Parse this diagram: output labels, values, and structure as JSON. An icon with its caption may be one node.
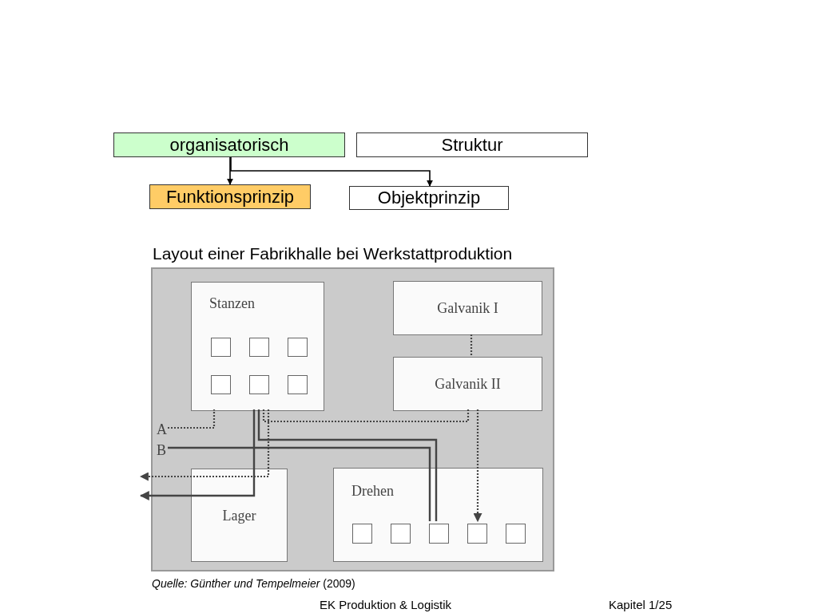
{
  "diagram": {
    "caption": "*Quelle: Günther und Tempelmeier* (2009)",
    "nodes": [
      {
        "text": [
          "organisatorisch"
        ]
      },
      {
        "text": [
          "Struktur"
        ]
      },
      {
        "text": [
          "Funktionsprinzip"
        ]
      },
      {
        "text": [
          "Objektprinzip"
        ]
      },
      {
        "text": [
          "Layout einer Fabrikhalle bei Werkstattproduktion"
        ]
      },
      {
        "text": [
          "Stanzen"
        ],
        "in": 4
      },
      {
        "text": [],
        "shape": "box",
        "in": 5
      },
      {
        "text": [],
        "shape": "box",
        "in": 5
      },
      {
        "text": [],
        "shape": "box",
        "in": 5
      },
      {
        "text": [],
        "shape": "box",
        "in": 5
      },
      {
        "text": [],
        "shape": "box",
        "in": 5
      },
      {
        "text": [],
        "shape": "box",
        "in": 5
      },
      {
        "text": [
          "Galvanik I"
        ],
        "in": 4
      },
      {
        "text": [
          "Galvanik II"
        ],
        "in": 4
      },
      {
        "text": [
          "Lager"
        ],
        "in": 4
      },
      {
        "text": [
          "Drehen"
        ],
        "in": 4
      },
      {
        "text": [],
        "shape": "box",
        "in": 15
      },
      {
        "text": [],
        "shape": "box",
        "in": 15
      },
      {
        "text": [],
        "shape": "box",
        "in": 15
      },
      {
        "text": [],
        "shape": "box",
        "in": 15
      },
      {
        "text": [],
        "shape": "box",
        "in": 15
      },
      {
        "text": [
          "A"
        ],
        "in": 4
      },
      {
        "text": [
          "B"
        ],
        "in": 4
      }
    ],
    "edges": [
      {
        "from": 0,
        "to": 2,
        "arrow": "to"
      },
      {
        "from": 0,
        "to": 3,
        "arrow": "to"
      },
      {
        "from": 21,
        "to": 5,
        "arrow": "none",
        "style": "dashed"
      },
      {
        "from": 5,
        "to": 13,
        "arrow": "none",
        "style": "dashed"
      },
      {
        "from": 13,
        "to": 12,
        "arrow": "none",
        "style": "dashed"
      },
      {
        "from": 13,
        "to": 19,
        "arrow": "to",
        "style": "dashed"
      },
      {
        "from": 5,
        "to": null,
        "arrow": "to",
        "style": "dashed"
      },
      {
        "from": 22,
        "to": 18,
        "arrow": "none"
      },
      {
        "from": 18,
        "to": 5,
        "arrow": "none"
      },
      {
        "from": 5,
        "to": null,
        "arrow": "to"
      }
    ],
    "labels": [
      "EK Produktion & Logistik",
      "Kapitel 1/25"
    ]
  }
}
